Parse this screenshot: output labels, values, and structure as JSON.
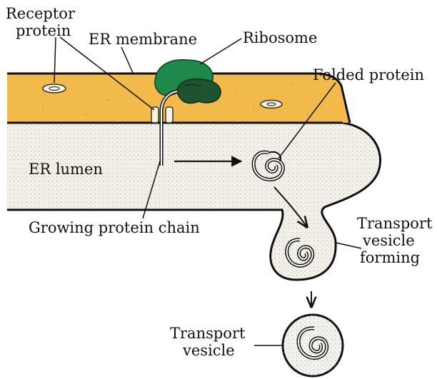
{
  "labels": {
    "receptor_line1": "Receptor",
    "receptor_line2": "protein",
    "er_membrane": "ER membrane",
    "ribosome": "Ribosome",
    "folded_protein": "Folded protein",
    "er_lumen": "ER lumen",
    "growing_chain": "Growing protein chain",
    "vesicle_forming_line1": "Transport",
    "vesicle_forming_line2": "vesicle",
    "vesicle_forming_line3": "forming",
    "vesicle_line1": "Transport",
    "vesicle_line2": "vesicle"
  },
  "colors": {
    "membrane_fill": "#f2b94b",
    "lumen_fill": "#f3f1e8",
    "ribosome_large": "#1e8a4a",
    "ribosome_small": "#1f5230",
    "outline": "#111111",
    "vesicle_fill": "#f4f2ec"
  }
}
